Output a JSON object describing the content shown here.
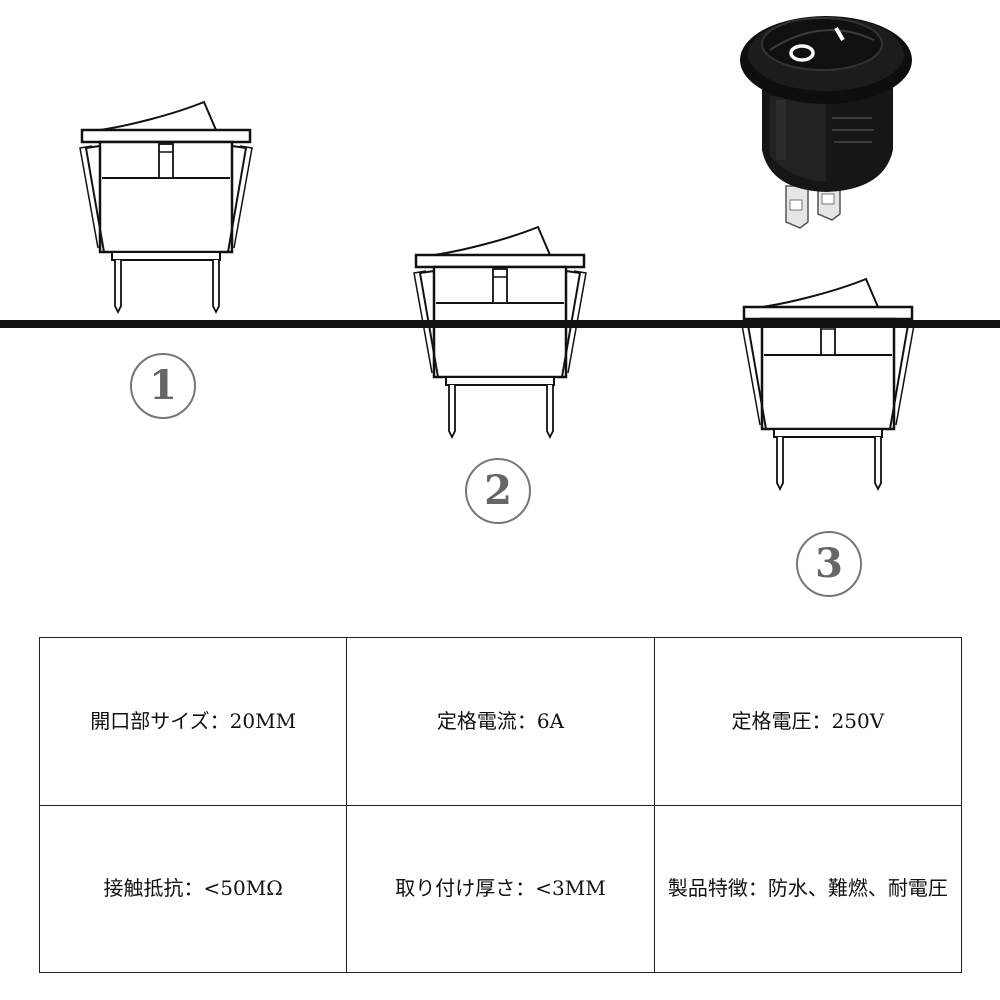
{
  "markers": [
    "1",
    "2",
    "3"
  ],
  "specs": [
    [
      "開口部サイズ：20MM",
      "定格電流：6A",
      "定格電圧：250V"
    ],
    [
      "接触抵抗：<50MΩ",
      "取り付け厚さ：<3MM",
      "製品特徴：防水、難燃、耐電圧"
    ]
  ],
  "colors": {
    "line": "#111111",
    "marker": "#666666",
    "switch_body": "#141414"
  }
}
